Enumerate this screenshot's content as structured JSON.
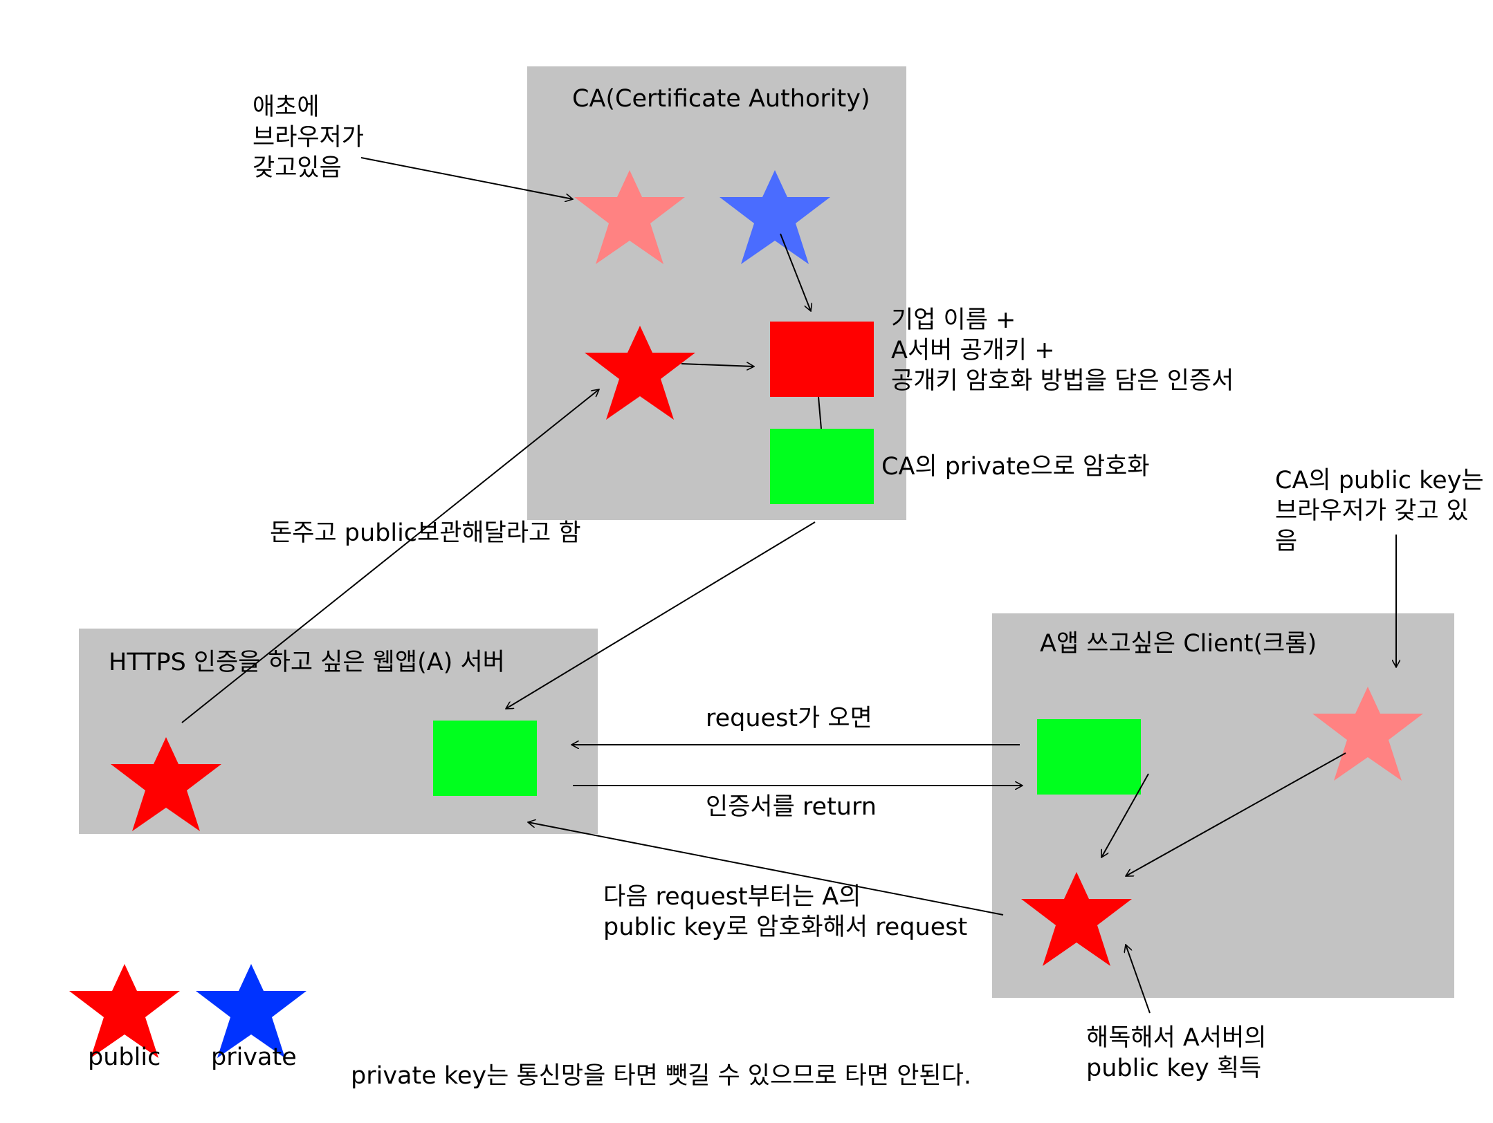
{
  "colors": {
    "panel": "#c3c3c3",
    "red": "#ff0000",
    "pink": "#ff8282",
    "blue_ca": "#4a6cff",
    "blue_legend": "#0033ff",
    "green": "#00ff1e",
    "line": "#000000"
  },
  "ca_box": {
    "title": "CA(Certificate Authority)"
  },
  "server_box": {
    "title": "HTTPS 인증을 하고 싶은 웹앱(A) 서버"
  },
  "client_box": {
    "title": "A앱 쓰고싶은 Client(크롬)"
  },
  "notes": {
    "browser_has": [
      "애초에",
      "브라우저가",
      "갖고있음"
    ],
    "certificate": [
      "기업 이름 +",
      "A서버 공개키 +",
      "공개키 암호화 방법을 담은 인증서"
    ],
    "encrypted": "CA의 private으로 암호화",
    "ca_public_key": [
      "CA의 public key는",
      "브라우저가 갖고 있",
      "음"
    ],
    "pay": "돈주고 public보관해달라고 함",
    "request": "request가 오면",
    "return": "인증서를 return",
    "next_request": [
      "다음 request부터는 A의",
      "public key로 암호화해서 request"
    ],
    "decrypt": [
      "해독해서 A서버의",
      "public key 획득"
    ],
    "warning": "private key는 통신망을 타면 뺏길 수 있으므로 타면 안된다."
  },
  "legend": {
    "public_label": "public",
    "private_label": "private"
  }
}
